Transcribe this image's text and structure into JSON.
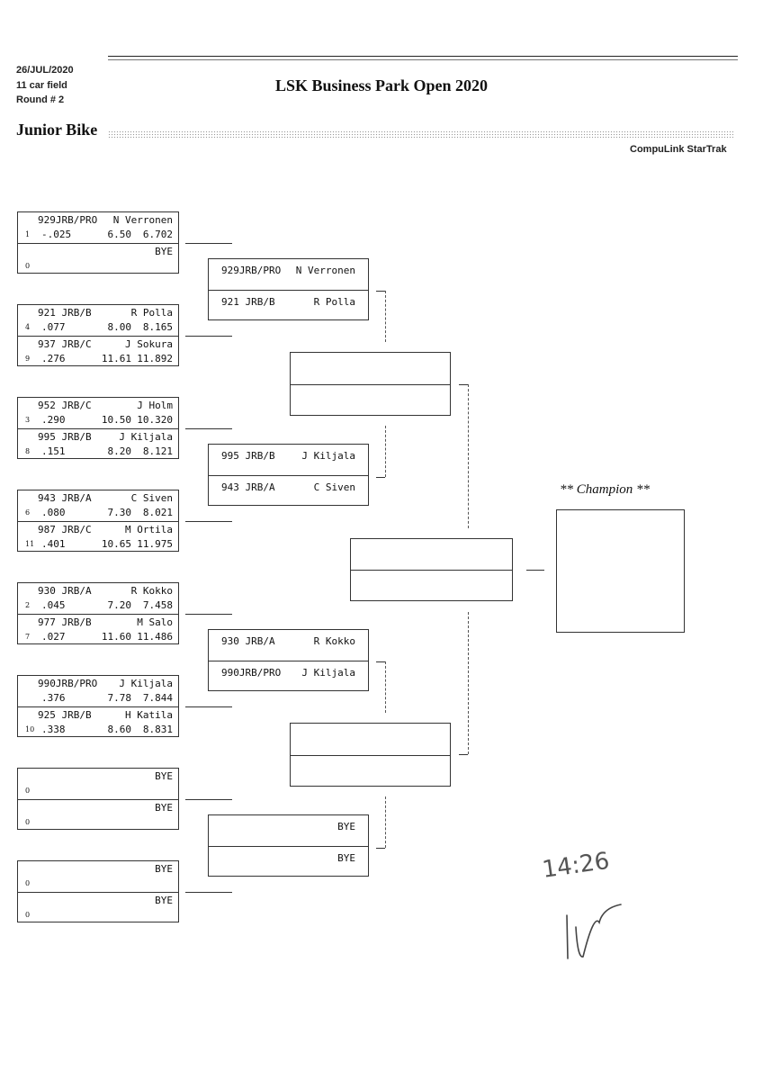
{
  "header": {
    "date": "26/JUL/2020",
    "field": "11 car field",
    "round": "Round # 2",
    "event_title": "LSK Business Park Open 2020",
    "class_name": "Junior Bike",
    "brand": "CompuLink StarTrak"
  },
  "round1": [
    {
      "top": {
        "car": "929JRB/PRO",
        "name": "N Verronen",
        "seed": "1",
        "rt": "-.025",
        "et": "6.50",
        "speed": "6.702"
      },
      "bottom": {
        "car": "",
        "name": "BYE",
        "seed": "0",
        "rt": "",
        "et": "",
        "speed": ""
      }
    },
    {
      "top": {
        "car": "921 JRB/B",
        "name": "R Polla",
        "seed": "4",
        "rt": ".077",
        "et": "8.00",
        "speed": "8.165"
      },
      "bottom": {
        "car": "937 JRB/C",
        "name": "J Sokura",
        "seed": "9",
        "rt": ".276",
        "et": "11.61",
        "speed": "11.892"
      }
    },
    {
      "top": {
        "car": "952 JRB/C",
        "name": "J Holm",
        "seed": "3",
        "rt": ".290",
        "et": "10.50",
        "speed": "10.320"
      },
      "bottom": {
        "car": "995 JRB/B",
        "name": "J Kiljala",
        "seed": "8",
        "rt": ".151",
        "et": "8.20",
        "speed": "8.121"
      }
    },
    {
      "top": {
        "car": "943 JRB/A",
        "name": "C Siven",
        "seed": "6",
        "rt": ".080",
        "et": "7.30",
        "speed": "8.021"
      },
      "bottom": {
        "car": "987 JRB/C",
        "name": "M Ortila",
        "seed": "11",
        "rt": ".401",
        "et": "10.65",
        "speed": "11.975"
      }
    },
    {
      "top": {
        "car": "930 JRB/A",
        "name": "R Kokko",
        "seed": "2",
        "rt": ".045",
        "et": "7.20",
        "speed": "7.458"
      },
      "bottom": {
        "car": "977 JRB/B",
        "name": "M Salo",
        "seed": "7",
        "rt": ".027",
        "et": "11.60",
        "speed": "11.486"
      }
    },
    {
      "top": {
        "car": "990JRB/PRO",
        "name": "J Kiljala",
        "seed": "",
        "rt": ".376",
        "et": "7.78",
        "speed": "7.844"
      },
      "bottom": {
        "car": "925 JRB/B",
        "name": "H Katila",
        "seed": "10",
        "rt": ".338",
        "et": "8.60",
        "speed": "8.831"
      }
    },
    {
      "top": {
        "car": "",
        "name": "BYE",
        "seed": "0",
        "rt": "",
        "et": "",
        "speed": ""
      },
      "bottom": {
        "car": "",
        "name": "BYE",
        "seed": "0",
        "rt": "",
        "et": "",
        "speed": ""
      }
    },
    {
      "top": {
        "car": "",
        "name": "BYE",
        "seed": "0",
        "rt": "",
        "et": "",
        "speed": ""
      },
      "bottom": {
        "car": "",
        "name": "BYE",
        "seed": "0",
        "rt": "",
        "et": "",
        "speed": ""
      }
    }
  ],
  "round2": [
    {
      "top": {
        "car": "929JRB/PRO",
        "name": "N Verronen"
      },
      "bottom": {
        "car": "921 JRB/B",
        "name": "R Polla"
      }
    },
    {
      "top": {
        "car": "995 JRB/B",
        "name": "J Kiljala"
      },
      "bottom": {
        "car": "943 JRB/A",
        "name": "C Siven"
      }
    },
    {
      "top": {
        "car": "930 JRB/A",
        "name": "R Kokko"
      },
      "bottom": {
        "car": "990JRB/PRO",
        "name": "J Kiljala"
      }
    },
    {
      "top": {
        "car": "",
        "name": "BYE"
      },
      "bottom": {
        "car": "",
        "name": "BYE"
      }
    }
  ],
  "champion_label": "** Champion **",
  "handwritten_time": "14:26"
}
